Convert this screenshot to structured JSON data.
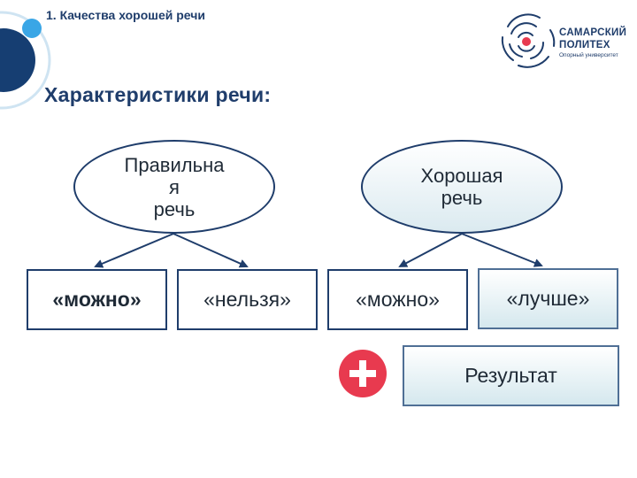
{
  "header": {
    "slide_number": "1. Качества хорошей речи",
    "title": "Характеристики речи:"
  },
  "logo": {
    "name_line1": "САМАРСКИЙ",
    "name_line2": "ПОЛИТЕХ",
    "subtitle": "Опорный университет"
  },
  "colors": {
    "accent_blue": "#1f3d6b",
    "light_blue": "#3aa6e6",
    "red": "#e83a4f"
  },
  "diagram": {
    "nodes": {
      "correct_speech": "Правильна\nя\nречь",
      "good_speech": "Хорошая\nречь",
      "can_1": "«можно»",
      "cannot": "«нельзя»",
      "can_2": "«можно»",
      "better": "«лучше»",
      "result": "Результат"
    },
    "plus_icon": "plus-icon"
  }
}
